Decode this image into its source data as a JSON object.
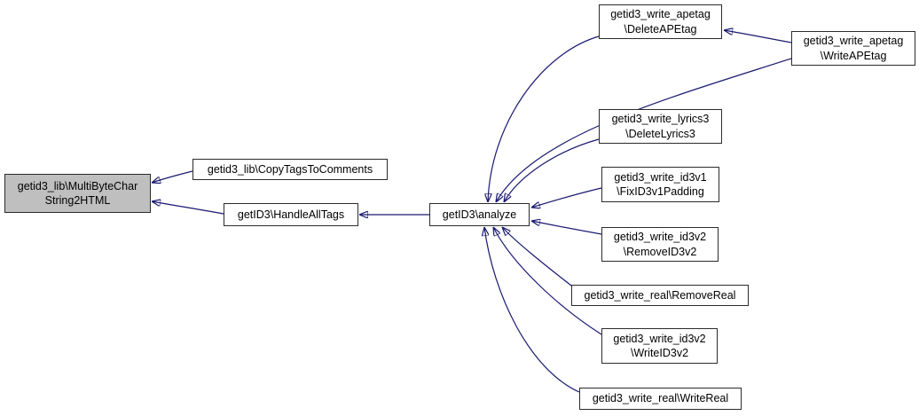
{
  "diagram": {
    "kind": "caller-graph",
    "nodes": [
      {
        "id": "multibytechar-string2html",
        "label": "getid3_lib\\MultiByteChar\nString2HTML",
        "highlighted": true
      },
      {
        "id": "copytagstocomments",
        "label": "getid3_lib\\CopyTagsToComments",
        "highlighted": false
      },
      {
        "id": "handlealltags",
        "label": "getID3\\HandleAllTags",
        "highlighted": false
      },
      {
        "id": "analyze",
        "label": "getID3\\analyze",
        "highlighted": false
      },
      {
        "id": "deleteapetag",
        "label": "getid3_write_apetag\n\\DeleteAPEtag",
        "highlighted": false
      },
      {
        "id": "writeapetag",
        "label": "getid3_write_apetag\n\\WriteAPEtag",
        "highlighted": false
      },
      {
        "id": "deletelyrics3",
        "label": "getid3_write_lyrics3\n\\DeleteLyrics3",
        "highlighted": false
      },
      {
        "id": "fixid3v1padding",
        "label": "getid3_write_id3v1\n\\FixID3v1Padding",
        "highlighted": false
      },
      {
        "id": "removeid3v2",
        "label": "getid3_write_id3v2\n\\RemoveID3v2",
        "highlighted": false
      },
      {
        "id": "removereal",
        "label": "getid3_write_real\\RemoveReal",
        "highlighted": false
      },
      {
        "id": "writeid3v2",
        "label": "getid3_write_id3v2\n\\WriteID3v2",
        "highlighted": false
      },
      {
        "id": "writereal",
        "label": "getid3_write_real\\WriteReal",
        "highlighted": false
      }
    ],
    "edges": [
      {
        "from": "copytagstocomments",
        "to": "multibytechar-string2html"
      },
      {
        "from": "handlealltags",
        "to": "multibytechar-string2html"
      },
      {
        "from": "analyze",
        "to": "handlealltags"
      },
      {
        "from": "deleteapetag",
        "to": "analyze"
      },
      {
        "from": "writeapetag",
        "to": "deleteapetag"
      },
      {
        "from": "writeapetag",
        "to": "analyze"
      },
      {
        "from": "deletelyrics3",
        "to": "analyze"
      },
      {
        "from": "fixid3v1padding",
        "to": "analyze"
      },
      {
        "from": "removeid3v2",
        "to": "analyze"
      },
      {
        "from": "removereal",
        "to": "analyze"
      },
      {
        "from": "writeid3v2",
        "to": "analyze"
      },
      {
        "from": "writereal",
        "to": "analyze"
      }
    ],
    "colors": {
      "edge": "#191970",
      "node_fill": "#ffffff",
      "highlight_fill": "#bfbfbf",
      "border": "#2b2b2b",
      "background": "#ffffff"
    }
  }
}
